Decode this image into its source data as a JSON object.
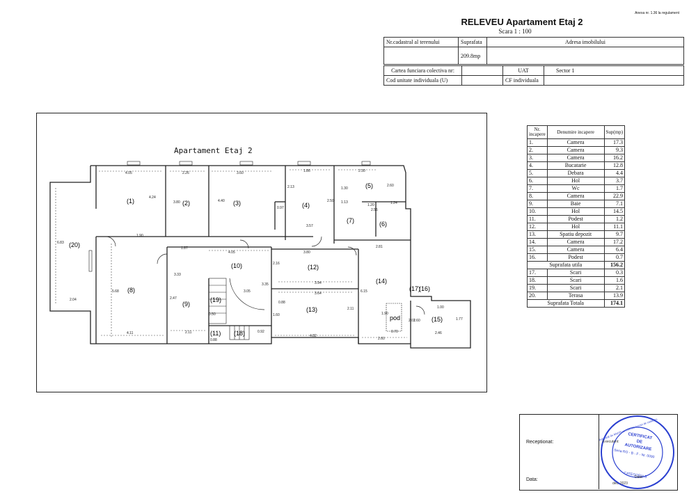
{
  "annex_note": "Anexa nr. 1.36 la regulament",
  "header": {
    "title": "RELEVEU Apartament Etaj 2",
    "scale": "Scara 1 : 100",
    "cadastral_label": "Nr.cadastral al terenului",
    "surface_label": "Suprafata",
    "address_label": "Adresa imobilului",
    "surface_value": "209.8mp",
    "cf_label": "Cartea funciara colectiva nr:",
    "uat_label": "UAT",
    "sector_label": "Sector",
    "sector_value": "1",
    "unit_code_label": "Cod unitate individuala (U)",
    "cf_individual_label": "CF individuala"
  },
  "rooms_table": {
    "col_nr": "Nr. incapere",
    "col_name": "Denumire incapere",
    "col_area": "Sup(mp)",
    "rows": [
      {
        "nr": "1.",
        "name": "Camera",
        "area": "17.3"
      },
      {
        "nr": "2.",
        "name": "Camera",
        "area": "9.3"
      },
      {
        "nr": "3.",
        "name": "Camera",
        "area": "16.2"
      },
      {
        "nr": "4.",
        "name": "Bucatarie",
        "area": "12.8"
      },
      {
        "nr": "5.",
        "name": "Debara",
        "area": "4.4"
      },
      {
        "nr": "6.",
        "name": "Hol",
        "area": "3.7"
      },
      {
        "nr": "7.",
        "name": "Wc",
        "area": "1.7"
      },
      {
        "nr": "8.",
        "name": "Camera",
        "area": "22.9"
      },
      {
        "nr": "9.",
        "name": "Baie",
        "area": "7.1"
      },
      {
        "nr": "10.",
        "name": "Hol",
        "area": "14.5"
      },
      {
        "nr": "11.",
        "name": "Podest",
        "area": "1.2"
      },
      {
        "nr": "12.",
        "name": "Hol",
        "area": "11.1"
      },
      {
        "nr": "13.",
        "name": "Spatiu depozit",
        "area": "9.7"
      },
      {
        "nr": "14.",
        "name": "Camera",
        "area": "17.2"
      },
      {
        "nr": "15.",
        "name": "Camera",
        "area": "6.4"
      },
      {
        "nr": "16.",
        "name": "Podest",
        "area": "0.7"
      }
    ],
    "useful_label": "Suprafata utila",
    "useful_value": "156.2",
    "rows2": [
      {
        "nr": "17.",
        "name": "Scari",
        "area": "0.3"
      },
      {
        "nr": "18.",
        "name": "Scari",
        "area": "1.6"
      },
      {
        "nr": "19.",
        "name": "Scari",
        "area": "2.1"
      },
      {
        "nr": "20.",
        "name": "Terasa",
        "area": "13.9"
      }
    ],
    "total_label": "Suprafata Totala",
    "total_value": "174.1"
  },
  "plan": {
    "title": "Apartament Etaj 2",
    "room_labels": [
      "(1)",
      "(2)",
      "(3)",
      "(4)",
      "(5)",
      "(6)",
      "(7)",
      "(8)",
      "(9)",
      "(10)",
      "(11)",
      "(12)",
      "(13)",
      "(14)",
      "(15)",
      "(16)",
      "(17)",
      "(18)",
      "(19)",
      "(20)"
    ],
    "pod_label": "pod",
    "dims": [
      "4.05",
      "2.26",
      "3.60",
      "1.86",
      "2.30",
      "4.24",
      "3.80",
      "4.40",
      "2.13",
      "2.50",
      "2.60",
      "1.90",
      "1.87",
      "4.05",
      "1.30",
      "1.20",
      "2.56",
      "0.97",
      "3.57",
      "1.13",
      "1.24",
      "2.81",
      "6.83",
      "2.04",
      "5.68",
      "4.11",
      "3.33",
      "2.47",
      "2.11",
      "0.88",
      "0.92",
      "3.80",
      "3.94",
      "3.64",
      "2.11",
      "4.82",
      "1.60",
      "0.88",
      "2.16",
      "6.15",
      "1.90",
      "0.70",
      "2.60",
      "2.46",
      "1.00",
      "1.77",
      "1.60",
      "3.05",
      "3.35",
      "2.02",
      "0.50"
    ]
  },
  "signatures": {
    "receptionat": "Receptionat:",
    "data": "Data:",
    "stamp_line1": "CERTIFICAT",
    "stamp_line2": "DE",
    "stamp_line3": "AUTORIZARE",
    "stamp_series": "Seria RO - B - F - Nr. 0090",
    "stamp_category": "CATEGORIA B",
    "stamp_ring": "Autorizat de ANCPI sa execute lucrari de cadastru",
    "stamp_exec": "Executant:",
    "stamp_data": "Data:",
    "stamp_date": "dec. 2023"
  }
}
